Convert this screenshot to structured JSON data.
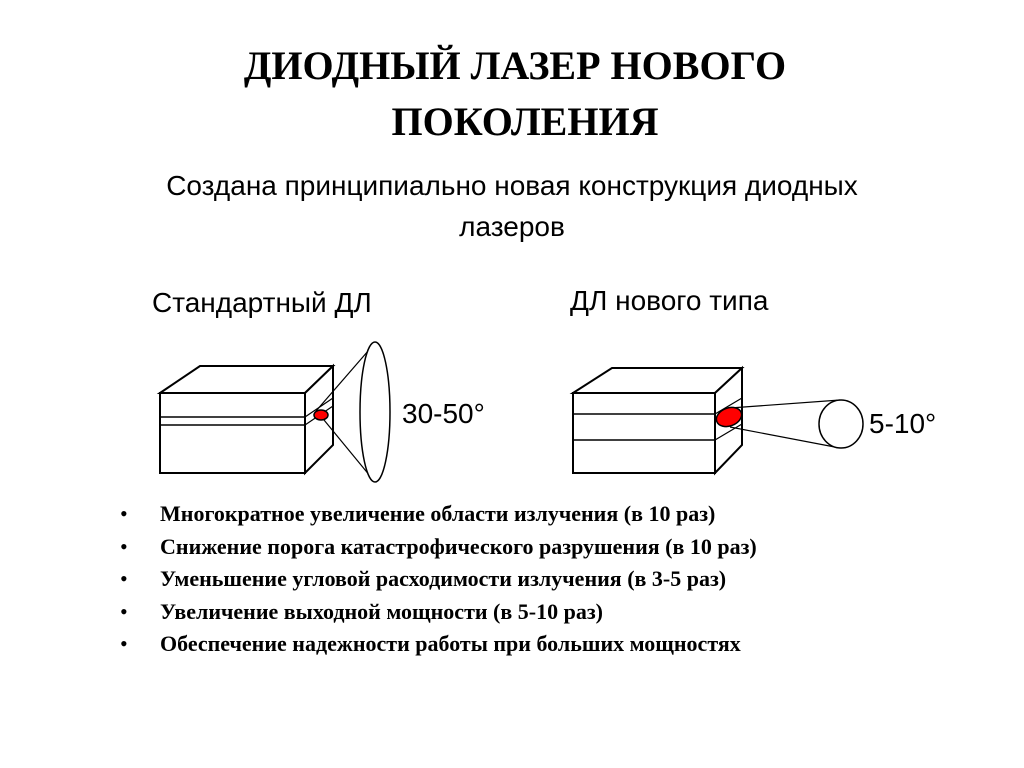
{
  "title": {
    "line1": "ДИОДНЫЙ  ЛАЗЕР  НОВОГО",
    "line2": "ПОКОЛЕНИЯ"
  },
  "subtitle": {
    "line1": "Создана принципиально новая конструкция диодных",
    "line2": "лазеров"
  },
  "diagrams": {
    "standard": {
      "label": "Стандартный ДЛ",
      "angle": "30-50°"
    },
    "new_type": {
      "label": "ДЛ нового типа",
      "angle": "5-10°"
    },
    "emitter_color": "#ff0000"
  },
  "bullets": [
    "Многократное увеличение области излучения (в 10 раз)",
    "Снижение порога катастрофического разрушения (в 10 раз)",
    "Уменьшение угловой расходимости излучения (в 3-5 раз)",
    "Увеличение выходной мощности (в 5-10 раз)",
    "Обеспечение надежности работы при больших мощностях"
  ],
  "bullet_glyph": "•"
}
